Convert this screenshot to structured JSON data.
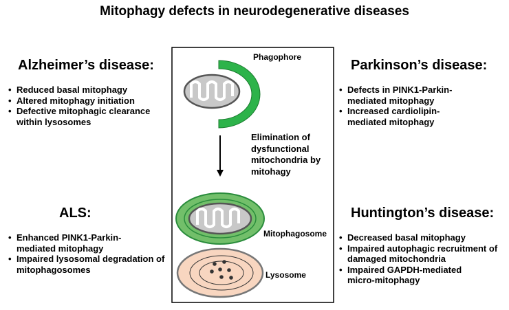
{
  "title": "Mitophagy defects in neurodegenerative diseases",
  "diseases": {
    "alzheimers": {
      "heading": "Alzheimer’s disease:",
      "items": [
        "Reduced basal mitophagy",
        "Altered mitophagy initiation",
        "Defective mitophagic clearance within lysosomes"
      ]
    },
    "parkinsons": {
      "heading": "Parkinson’s disease:",
      "items": [
        "Defects in PINK1-Parkin-mediated mitophagy",
        "Increased cardiolipin-mediated mitophagy"
      ]
    },
    "als": {
      "heading": "ALS:",
      "items": [
        "Enhanced PINK1-Parkin-mediated mitophagy",
        "Impaired lysosomal degradation of mitophagosomes"
      ]
    },
    "huntingtons": {
      "heading": "Huntington’s disease:",
      "items": [
        "Decreased basal mitophagy",
        "Impaired autophagic recruitment of damaged mitochondria",
        "Impaired GAPDH-mediated micro-mitophagy"
      ]
    }
  },
  "diagram": {
    "phagophore_label": "Phagophore",
    "elimination_label": "Elimination of dysfunctional mitochondria by mitohagy",
    "mitophagosome_label": "Mitophagosome",
    "lysosome_label": "Lysosome",
    "colors": {
      "phagophore_green": "#2db34a",
      "mitophagosome_outer": "#72bf6a",
      "mitophagosome_inner": "#2a8c3c",
      "mitochondria_fill": "#c8c8c8",
      "lysosome_fill": "#f8d6c0",
      "outline_gray": "#555555"
    }
  }
}
